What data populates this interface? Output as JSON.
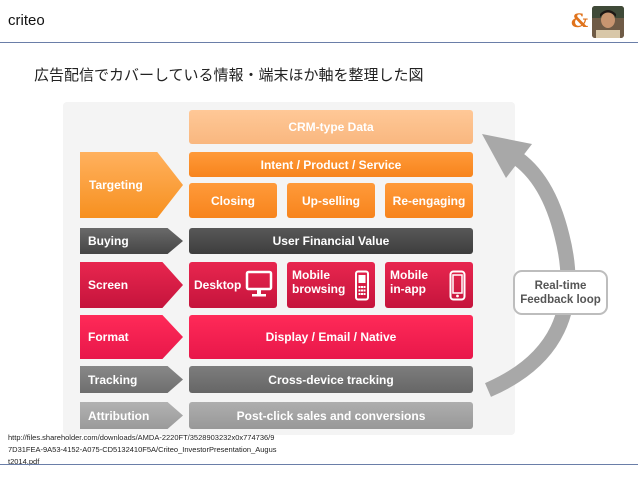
{
  "header": {
    "brand": "criteo",
    "logo_symbol": "&",
    "title": "広告配信でカバーしている情報・端末ほか軸を整理した図"
  },
  "diagram": {
    "rows": [
      {
        "label": "Targeting",
        "color": "#f7901f"
      },
      {
        "label": "Buying",
        "color": "#454545"
      },
      {
        "label": "Screen",
        "color": "#c5143c"
      },
      {
        "label": "Format",
        "color": "#e8174a"
      },
      {
        "label": "Tracking",
        "color": "#6e6e6e"
      },
      {
        "label": "Attribution",
        "color": "#9a9a9a"
      }
    ],
    "boxes": {
      "crm": "CRM-type Data",
      "intent": "Intent / Product / Service",
      "closing": "Closing",
      "upselling": "Up-selling",
      "reengaging": "Re-engaging",
      "financial": "User Financial Value",
      "desktop": "Desktop",
      "mobile_browsing_1": "Mobile",
      "mobile_browsing_2": "browsing",
      "mobile_inapp_1": "Mobile",
      "mobile_inapp_2": "in-app",
      "display": "Display / Email / Native",
      "cross_device": "Cross-device tracking",
      "post_click": "Post-click sales and conversions"
    },
    "feedback": {
      "line1": "Real-time",
      "line2": "Feedback loop"
    },
    "icons": [
      "desktop-monitor-icon",
      "feature-phone-icon",
      "smartphone-icon",
      "curved-arrow-icon"
    ]
  },
  "source": {
    "url": "http://files.shareholder.com/downloads/AMDA-2220FT/3528903232x0x774736/97D31FEA-9A53-4152-A075-CD5132410F5A/Criteo_InvestorPresentation_August2014.pdf"
  }
}
